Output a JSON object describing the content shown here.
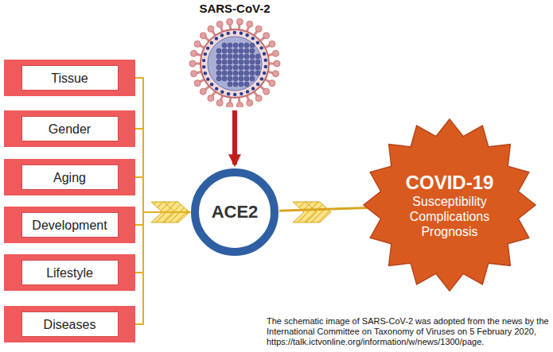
{
  "diagram": {
    "caption": "The schematic image of SARS-CoV-2 was adopted from the news by the International Committee on Taxonomy of Viruses on 5 February 2020, https://talk.ictvonline.org/information/w/news/1300/page.",
    "nodes": [
      {
        "text": [
          "Tissue"
        ]
      },
      {
        "text": [
          "Gender"
        ]
      },
      {
        "text": [
          "Aging"
        ]
      },
      {
        "text": [
          "Development"
        ]
      },
      {
        "text": [
          "Lifestyle"
        ]
      },
      {
        "text": [
          "Diseases"
        ]
      },
      {
        "text": [
          "SARS-CoV-2"
        ]
      },
      {
        "text": [
          "ACE2"
        ]
      },
      {
        "text": [
          "COVID-19",
          "Susceptibility Complications Prognosis"
        ]
      }
    ],
    "edges": [
      {
        "from": 0,
        "to": 7,
        "arrow": "to"
      },
      {
        "from": 1,
        "to": 7,
        "arrow": "to"
      },
      {
        "from": 2,
        "to": 7,
        "arrow": "to"
      },
      {
        "from": 3,
        "to": 7,
        "arrow": "to"
      },
      {
        "from": 4,
        "to": 7,
        "arrow": "to"
      },
      {
        "from": 5,
        "to": 7,
        "arrow": "to"
      },
      {
        "from": 6,
        "to": 7,
        "arrow": "to"
      },
      {
        "from": 7,
        "to": 8,
        "arrow": "to"
      }
    ]
  }
}
